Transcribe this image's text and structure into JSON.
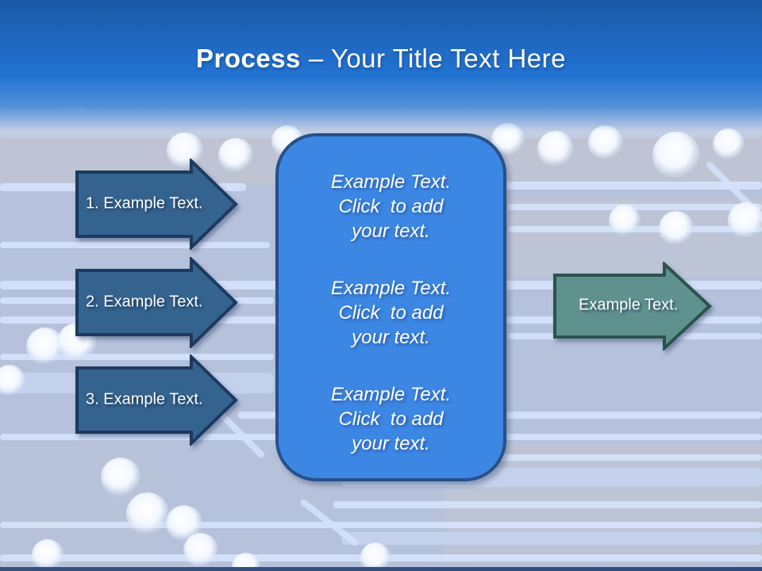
{
  "title": {
    "bold": "Process",
    "rest": "– Your Title Text Here"
  },
  "steps": [
    {
      "label": "1. Example Text."
    },
    {
      "label": "2. Example Text."
    },
    {
      "label": "3. Example Text."
    }
  ],
  "content_box": {
    "items": [
      {
        "lines": [
          "Example Text.",
          "Click  to add",
          "your text."
        ]
      },
      {
        "lines": [
          "Example Text.",
          "Click  to add",
          "your text."
        ]
      },
      {
        "lines": [
          "Example Text.",
          "Click  to add",
          "your text."
        ]
      }
    ]
  },
  "output_arrow": {
    "label": "Example Text."
  },
  "colors": {
    "header_top": "#1a57a4",
    "header_main": "#2273d2",
    "step_arrow_fill": "#35638f",
    "step_arrow_border": "#1c3a5f",
    "content_box_fill": "#3c86e4",
    "content_box_border": "#265189",
    "output_arrow_fill": "#5f928e",
    "output_arrow_border": "#2b534d",
    "background_base": "#b6c2dc",
    "trace_light": "#d5e2fa",
    "text_white": "#ffffff",
    "bottom_bar": "#2b4b80"
  }
}
